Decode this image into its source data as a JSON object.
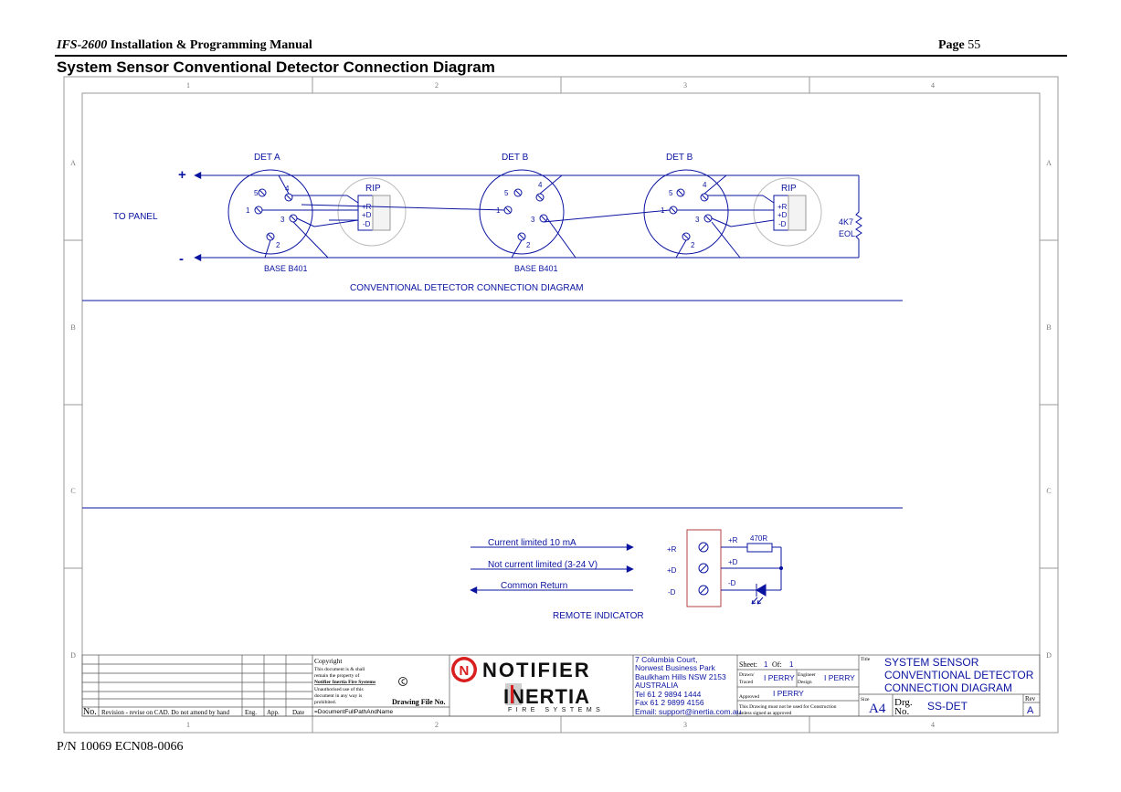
{
  "header": {
    "manual_italic": "IFS-2600",
    "manual_rest": " Installation & Programming Manual",
    "page_label": "Page ",
    "page_number": "55"
  },
  "page_title": "System Sensor Conventional Detector Connection Diagram",
  "footer_pn": "P/N 10069 ECN08-0066",
  "grid": {
    "columns": [
      "1",
      "2",
      "3",
      "4"
    ],
    "rows": [
      "A",
      "B",
      "C",
      "D"
    ]
  },
  "diagram": {
    "to_panel": "TO PANEL",
    "plus": "+",
    "minus": "-",
    "det_labels": [
      "DET A",
      "DET B",
      "DET B"
    ],
    "base_label": "BASE B401",
    "rip_label": "RIP",
    "rip_terminals": [
      "+R",
      "+D",
      "-D"
    ],
    "terminal_numbers": [
      "1",
      "2",
      "3",
      "4",
      "5"
    ],
    "eol_value": "4K7",
    "eol_label": "EOL",
    "caption": "CONVENTIONAL DETECTOR CONNECTION DIAGRAM"
  },
  "remote": {
    "line1": "Current limited 10 mA",
    "line2": "Not current limited (3-24 V)",
    "line3": "Common Return",
    "left_terms": [
      "+R",
      "+D",
      "-D"
    ],
    "right_terms": [
      "+R",
      "+D",
      "-D"
    ],
    "resistor": "470R",
    "caption": "REMOTE INDICATOR"
  },
  "titleblock": {
    "no": "No.",
    "revision": "Revision - revise on CAD.  Do not amend by hand",
    "eng": "Eng.",
    "app": "App.",
    "date": "Date",
    "copyright_title": "Copyright",
    "copyright_lines": [
      "This document is & shall",
      "remain the property of",
      "Notifier Inertia Fire Systems",
      "Unauthorised use of this",
      "document in any way is",
      "prohibited."
    ],
    "drawing_file_no": "Drawing File No.",
    "file_path": "=DocumentFullPathAndName",
    "brand1": "NOTIFIER",
    "brand2": "INERTIA",
    "brand2_sub": "FIRE SYSTEMS",
    "address": [
      "7 Columbia Court,",
      "Norwest Business Park",
      "Baulkham Hills NSW 2153",
      "AUSTRALIA",
      "Tel   61 2 9894 1444",
      "Fax  61 2 9899 4156",
      "Email: support@inertia.com.au"
    ],
    "sheet_label": "Sheet:",
    "sheet": "1",
    "of_label": "Of:",
    "of": "1",
    "drawn_label1": "Drawn/",
    "drawn_label2": "Traced",
    "drawn": "I PERRY",
    "engineer_label1": "Engineer",
    "engineer_label2": "Design",
    "engineer": "I PERRY",
    "approved_label": "Approved",
    "approved": "I PERRY",
    "notice1": "This Drawing must not be used for Construction",
    "notice2": "unless signed as approved",
    "title_label": "Title",
    "title_lines": [
      "SYSTEM SENSOR",
      "CONVENTIONAL DETECTOR",
      "CONNECTION DIAGRAM"
    ],
    "size_label": "Size",
    "size": "A4",
    "drg_label1": "Drg.",
    "drg_label2": "No.",
    "drg_no": "SS-DET",
    "rev_label": "Rev",
    "rev": "A"
  },
  "colors": {
    "wire": "#0a14a0",
    "frame": "#999999"
  }
}
